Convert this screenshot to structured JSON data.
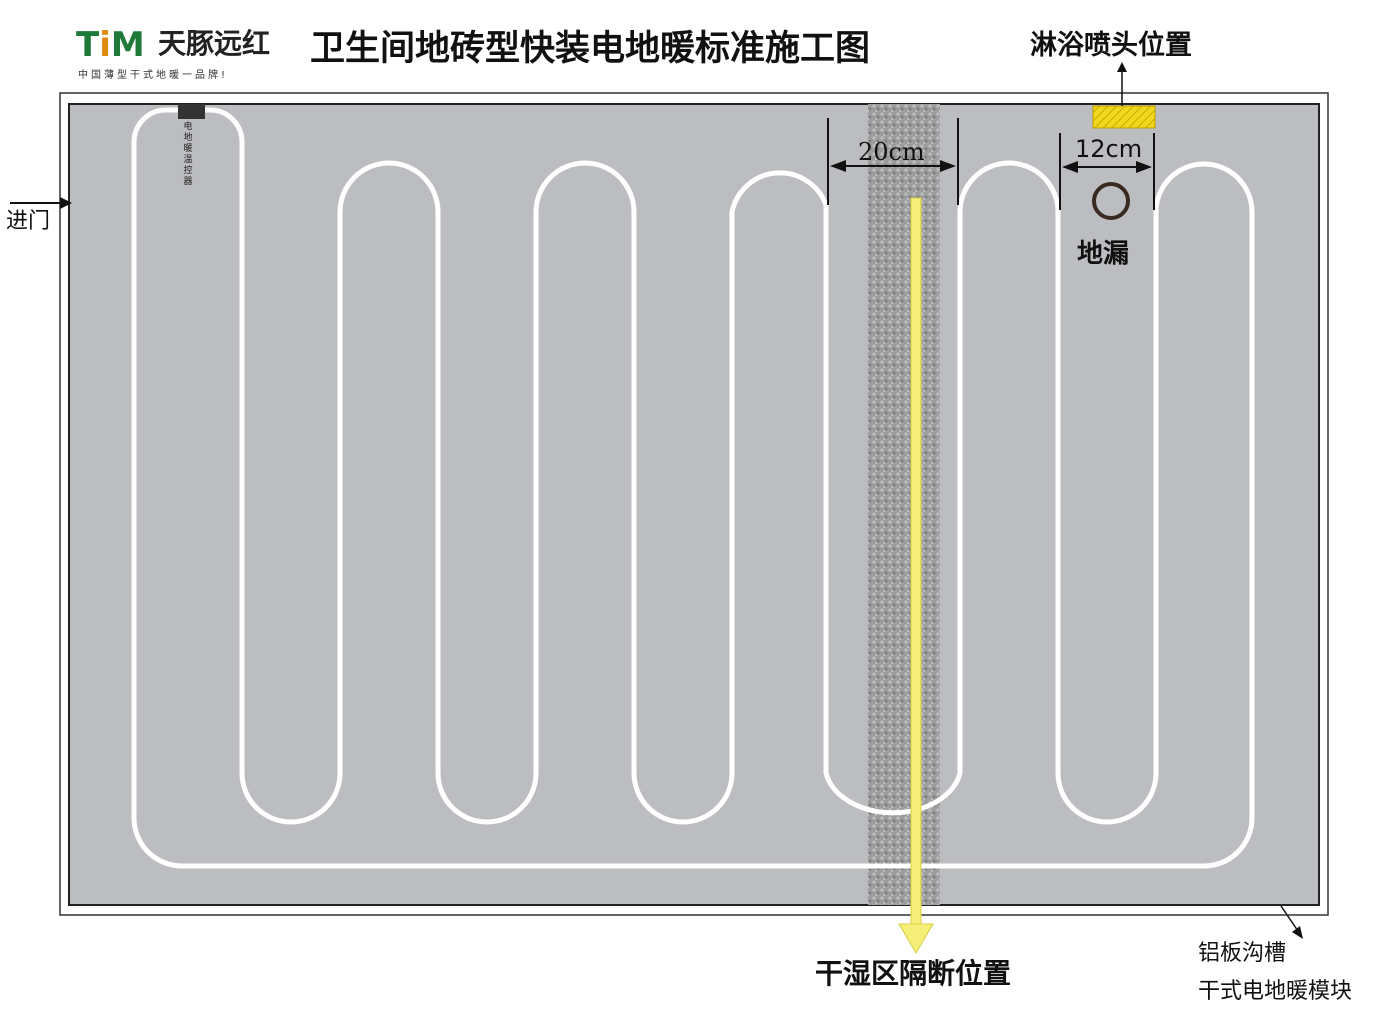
{
  "brand": {
    "logo_text": "TiM",
    "name": "天豚远红",
    "slogan": "中国薄型干式地暖一品牌!"
  },
  "title": "卫生间地砖型快装电地暖标准施工图",
  "labels": {
    "shower": "淋浴喷头位置",
    "dim_dry_wet": "20cm",
    "dim_drain": "12cm",
    "floor_drain": "地漏",
    "entrance": "进门",
    "controller": "电地暖温控器",
    "partition": "干湿区隔断位置",
    "groove_line1": "铝板沟槽",
    "groove_line2": "干式电地暖模块"
  },
  "colors": {
    "floor": "#bcbdc0",
    "heating_wire": "#ffffff",
    "partition_strip": "#9a9a9a",
    "partition_arrow": "#f5ef7a",
    "shower_head": "#f2d81c",
    "logo_green": "#1f7a3a"
  }
}
